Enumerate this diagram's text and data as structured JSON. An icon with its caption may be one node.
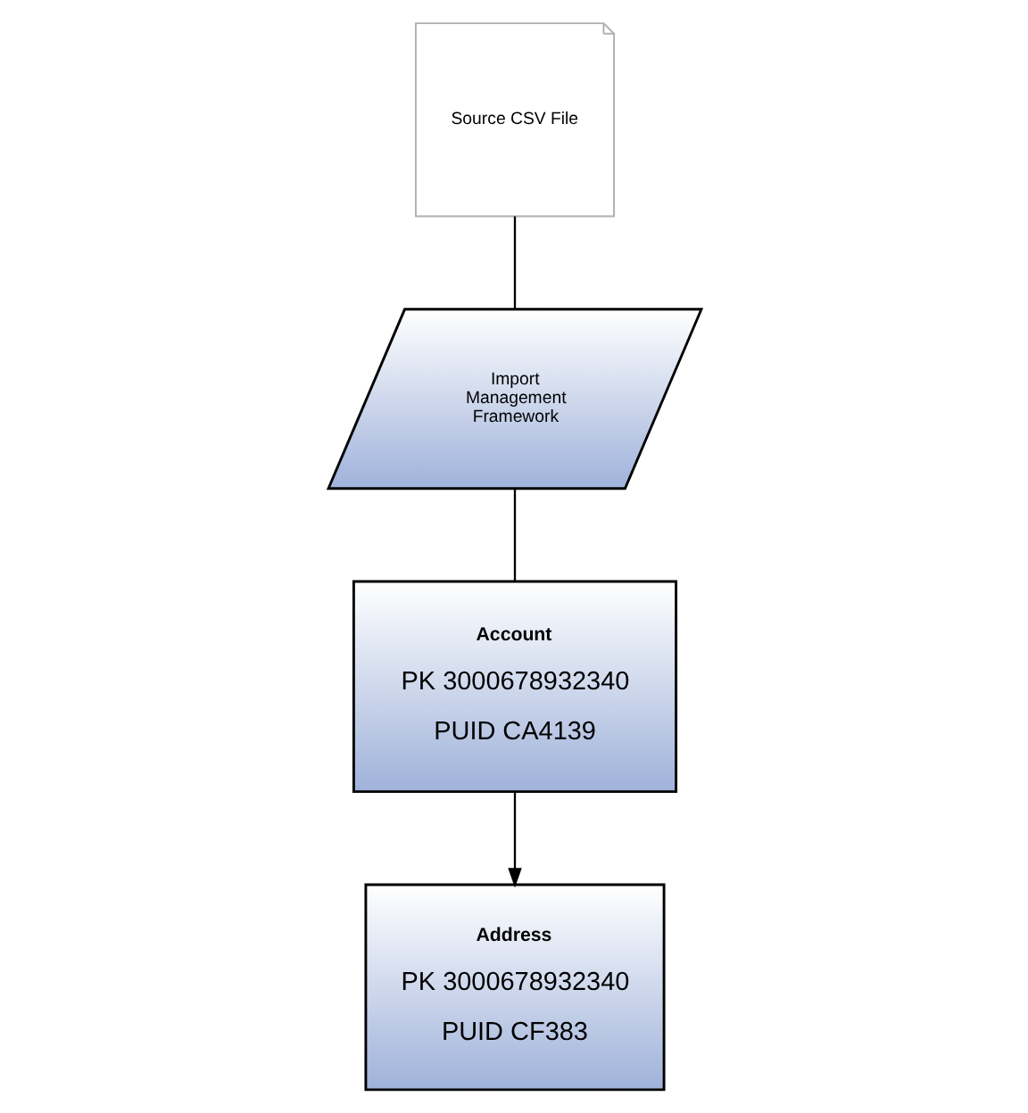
{
  "diagram": {
    "nodes": [
      {
        "text": [
          "Source CSV File"
        ]
      },
      {
        "text": [
          "Import Management Framework"
        ]
      },
      {
        "text": [
          "Account",
          "PK 3000678932340",
          "PUID CA4139"
        ]
      },
      {
        "text": [
          "Address",
          "PK 3000678932340",
          "PUID CF383"
        ]
      }
    ],
    "edges": [
      {
        "from": 0,
        "to": 1,
        "arrow": "none"
      },
      {
        "from": 1,
        "to": 2,
        "arrow": "none"
      },
      {
        "from": 2,
        "to": 3,
        "arrow": "to"
      }
    ]
  }
}
